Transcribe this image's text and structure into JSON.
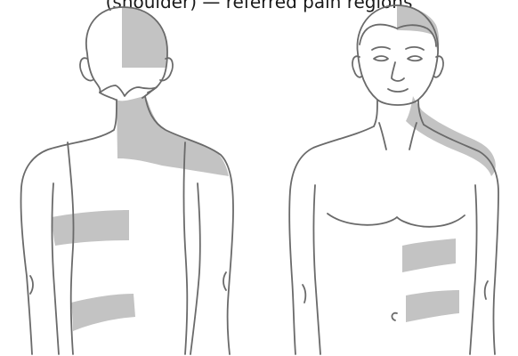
{
  "caption": "(shoulder) — referred pain regions",
  "figures": [
    {
      "view": "back",
      "shaded_regions": [
        "scalp-right-half",
        "neck-to-right-shoulder",
        "mid-back-band",
        "lower-back-band"
      ]
    },
    {
      "view": "front",
      "shaded_regions": [
        "scalp-right-half",
        "neck-to-right-shoulder",
        "right-abdomen-band-upper",
        "right-abdomen-band-lower"
      ]
    }
  ],
  "colors": {
    "outline": "#6a6a6a",
    "shade": "#c3c3c3",
    "background": "#ffffff"
  }
}
